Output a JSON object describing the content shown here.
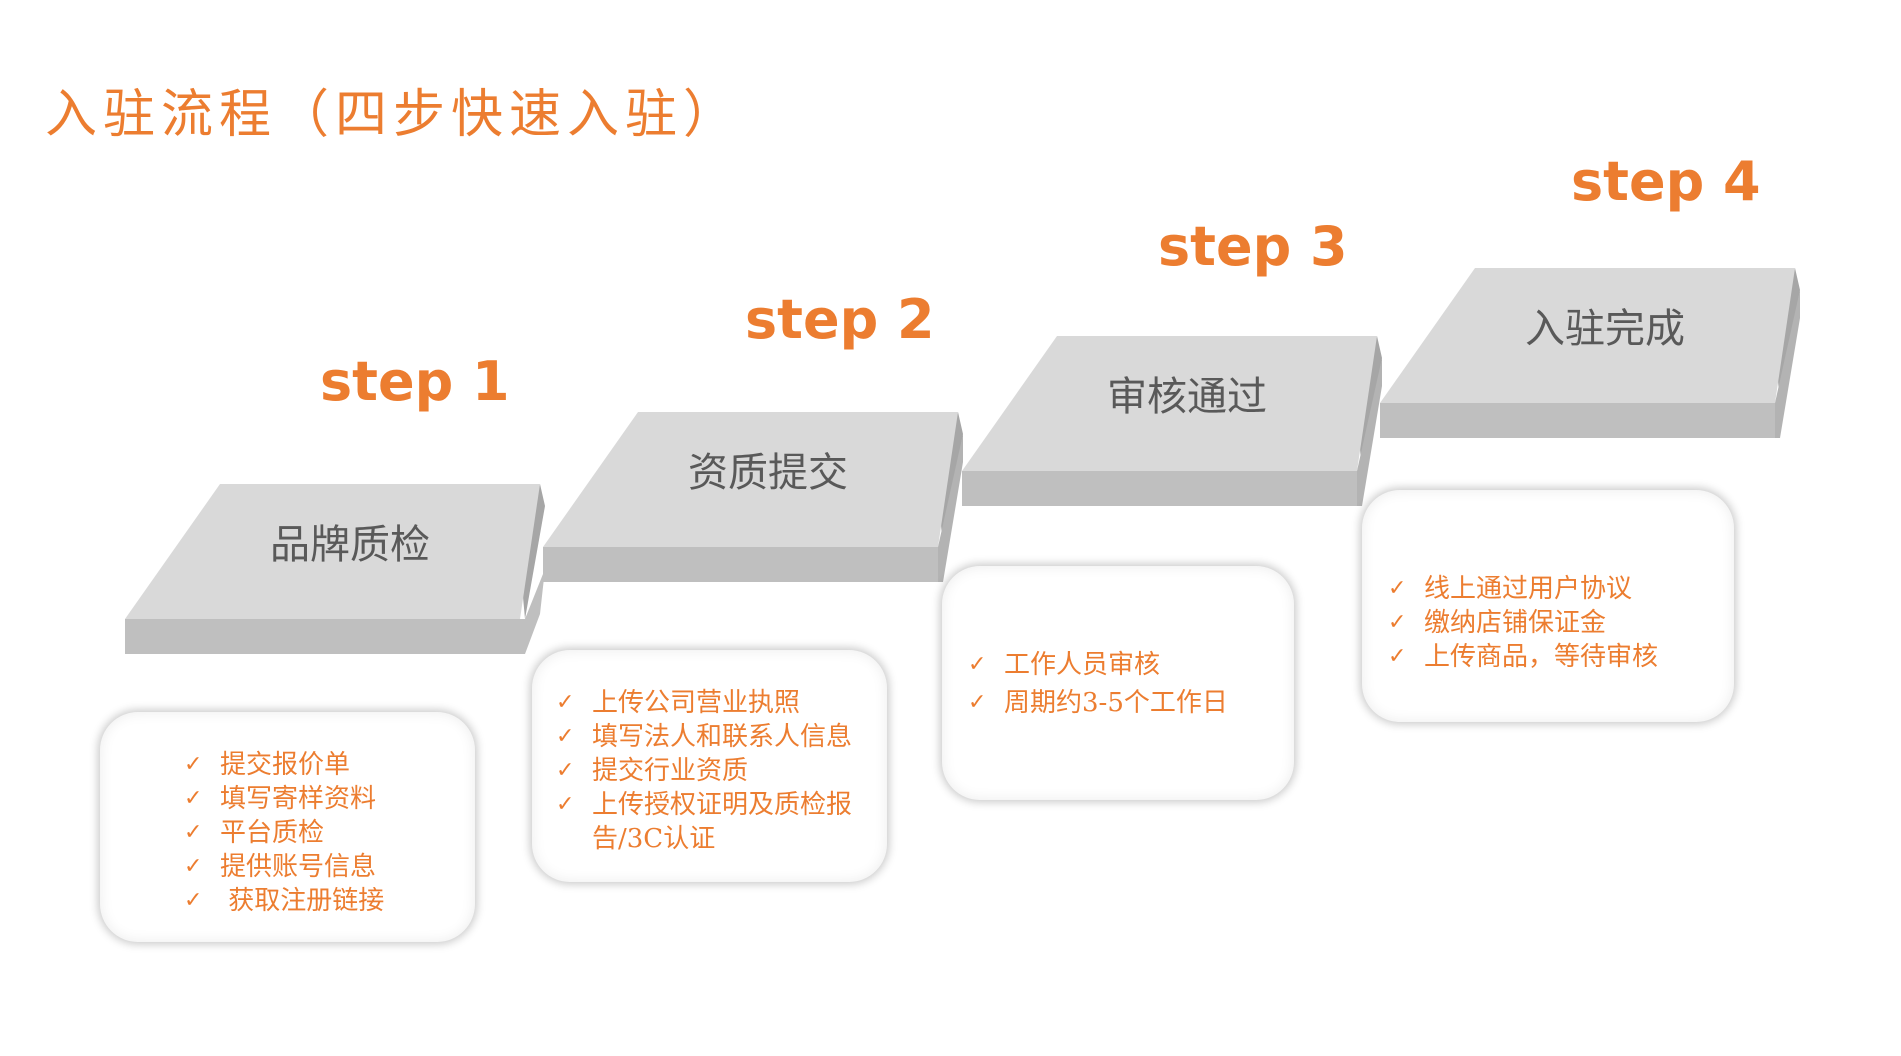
{
  "title": "入驻流程（四步快速入驻）",
  "colors": {
    "accent": "#ec7d30",
    "platform_top": "#d9d9d9",
    "platform_side": "#bfbfbf",
    "platform_text": "#595959"
  },
  "steps": [
    {
      "label": "step 1",
      "platform": "品牌质检",
      "items": [
        "提交报价单",
        "填写寄样资料",
        "平台质检",
        "提供账号信息",
        " 获取注册链接"
      ]
    },
    {
      "label": "step 2",
      "platform": "资质提交",
      "items": [
        "上传公司营业执照",
        "填写法人和联系人信息",
        "提交行业资质",
        "上传授权证明及质检报告/3C认证"
      ]
    },
    {
      "label": "step 3",
      "platform": "审核通过",
      "items": [
        "工作人员审核",
        "周期约3-5个工作日"
      ]
    },
    {
      "label": "step 4",
      "platform": "入驻完成",
      "items": [
        "线上通过用户协议",
        "缴纳店铺保证金",
        "上传商品，等待审核"
      ]
    }
  ]
}
